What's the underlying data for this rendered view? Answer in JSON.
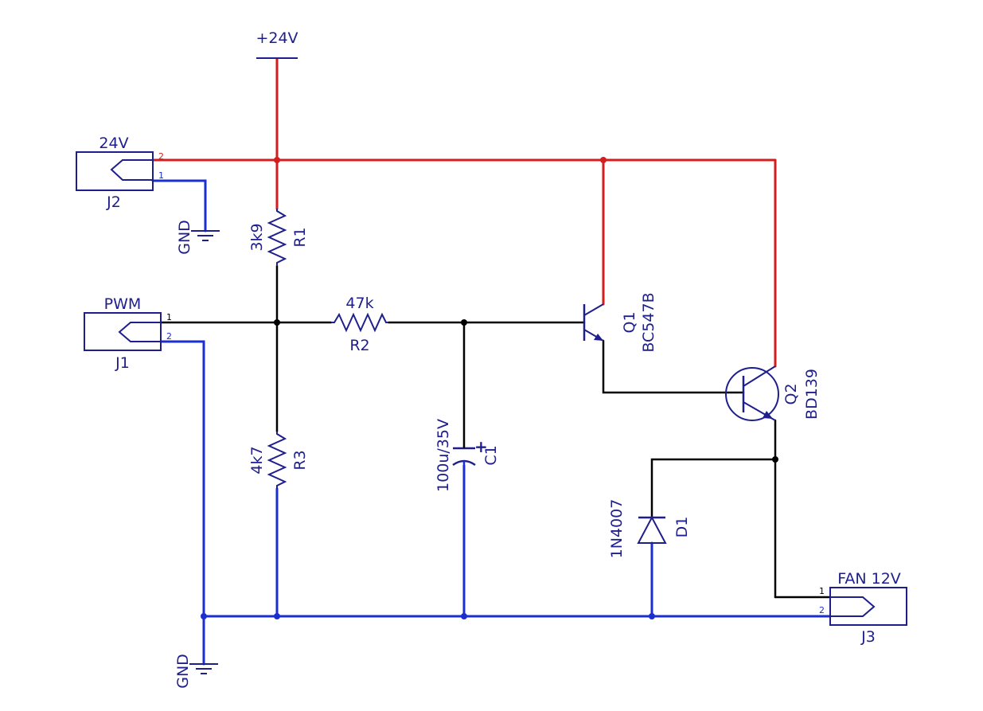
{
  "colors": {
    "supply_wire": "#d21e1e",
    "ground_wire": "#1a2fd1",
    "signal_wire": "#000000",
    "symbol": "#1e1e8c",
    "label": "#1e1e8c"
  },
  "labels": {
    "supply_24v": "+24V",
    "gnd_top": "GND",
    "gnd_bottom": "GND",
    "j2_value": "24V",
    "j2_ref": "J2",
    "j1_value": "PWM",
    "j1_ref": "J1",
    "j3_value": "FAN 12V",
    "j3_ref": "J3",
    "r1_value": "3k9",
    "r1_ref": "R1",
    "r2_value": "47k",
    "r2_ref": "R2",
    "r3_value": "4k7",
    "r3_ref": "R3",
    "c1_value": "100u/35V",
    "c1_ref": "C1",
    "q1_ref": "Q1",
    "q1_value": "BC547B",
    "q2_ref": "Q2",
    "q2_value": "BD139",
    "d1_value": "1N4007",
    "d1_ref": "D1",
    "c1_polarity": "+"
  },
  "pins": {
    "j2_pin2": "2",
    "j2_pin1": "1",
    "j1_pin1": "1",
    "j1_pin2": "2",
    "j3_pin1": "1",
    "j3_pin2": "2"
  }
}
